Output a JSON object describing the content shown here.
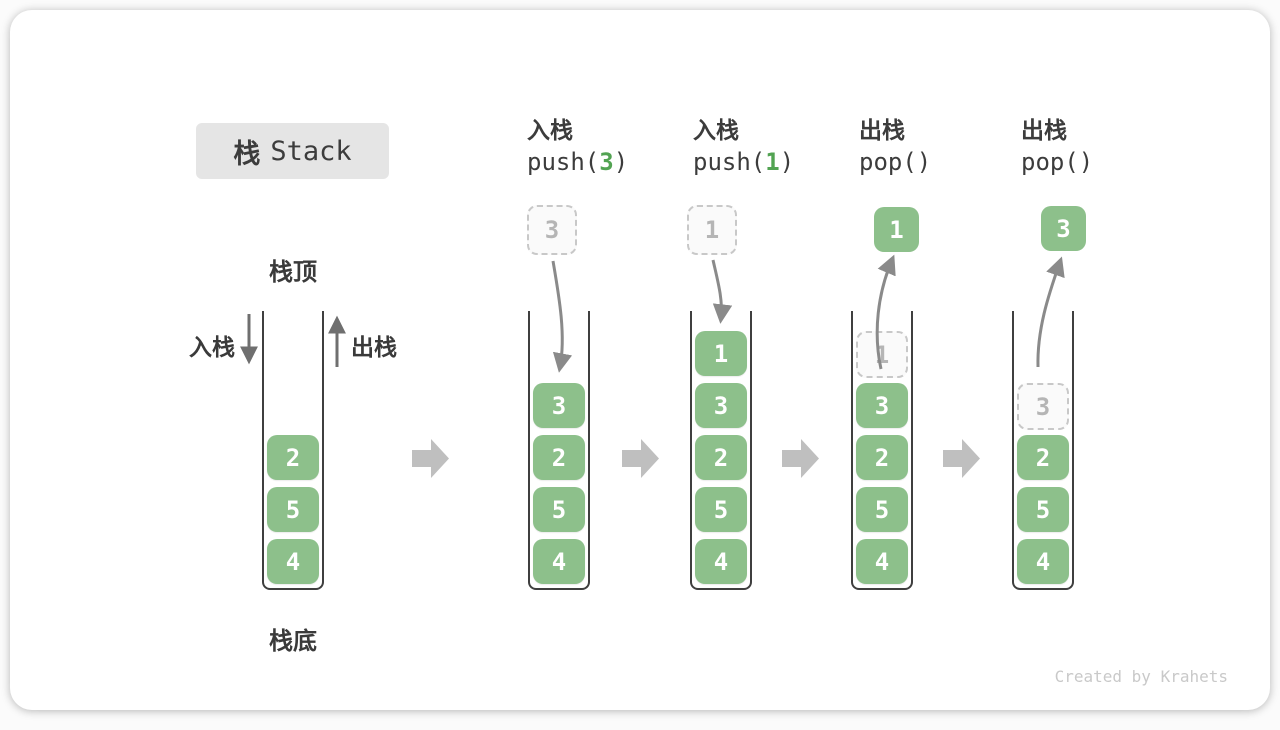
{
  "title": {
    "zh": "栈",
    "en": "Stack"
  },
  "labels": {
    "stack_top": "栈顶",
    "stack_bottom": "栈底",
    "push": "入栈",
    "pop": "出栈"
  },
  "operations": [
    {
      "name": "入栈",
      "prefix": "push(",
      "arg": "3",
      "suffix": ")"
    },
    {
      "name": "入栈",
      "prefix": "push(",
      "arg": "1",
      "suffix": ")"
    },
    {
      "name": "出栈",
      "prefix": "pop(",
      "arg": "",
      "suffix": ")"
    },
    {
      "name": "出栈",
      "prefix": "pop(",
      "arg": "",
      "suffix": ")"
    }
  ],
  "stacks": [
    {
      "blocks": [
        "2",
        "5",
        "4"
      ]
    },
    {
      "incoming": "3",
      "blocks": [
        "3",
        "2",
        "5",
        "4"
      ]
    },
    {
      "incoming": "1",
      "blocks": [
        "1",
        "3",
        "2",
        "5",
        "4"
      ]
    },
    {
      "popped": "1",
      "ghost": "1",
      "blocks": [
        "3",
        "2",
        "5",
        "4"
      ]
    },
    {
      "popped": "3",
      "ghost": "3",
      "blocks": [
        "2",
        "5",
        "4"
      ]
    }
  ],
  "watermark": "Created by Krahets",
  "colors": {
    "block_green": "#8dc08b",
    "code_arg_green": "#52a352",
    "ghost_gray": "#c8c8c8",
    "curve_arrow_gray": "#8a8a8a",
    "flow_arrow_gray": "#bfbfbf",
    "title_bg": "#e5e5e5",
    "text_dark": "#3c3c3c"
  }
}
